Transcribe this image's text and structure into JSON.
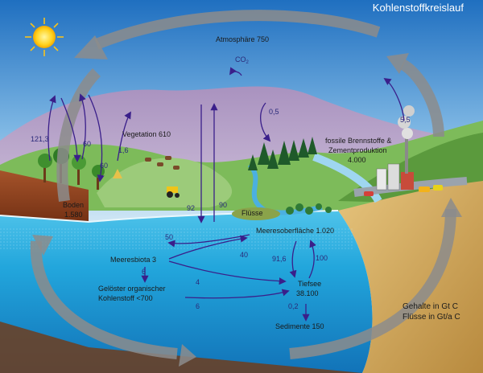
{
  "title": "Kohlenstoffkreislauf",
  "reservoirs": {
    "atmosphere": "Atmosphäre 750",
    "co2": "CO",
    "co2_sub": "2",
    "vegetation": "Vegetation 610",
    "soil_name": "Boden",
    "soil_value": "1.580",
    "fossil_line1": "fossile Brennstoffe &",
    "fossil_line2": "Zementproduktion",
    "fossil_value": "4.000",
    "rivers": "Flüsse",
    "ocean_surface": "Meeresoberfläche 1.020",
    "marine_biota": "Meeresbiota 3",
    "doc_line1": "Gelöster organischer",
    "doc_line2": "Kohlenstoff <700",
    "deep_sea_name": "Tiefsee",
    "deep_sea_value": "38.100",
    "sediments": "Sedimente 150"
  },
  "fluxes": {
    "f121_3": "121,3",
    "f60_a": "60",
    "f60_b": "60",
    "f1_6": "1,6",
    "f0_5": "0,5",
    "f5_5": "5,5",
    "f92": "92",
    "f90": "90",
    "f50": "50",
    "f40": "40",
    "f6_a": "6",
    "f4": "4",
    "f91_6": "91,6",
    "f100": "100",
    "f6_b": "6",
    "f0_2": "0,2"
  },
  "legend": {
    "line1": "Gehalte in Gt C",
    "line2": "Flüsse in Gt/a C"
  },
  "colors": {
    "sky_top": "#1f6fc0",
    "sky_bottom": "#c8e2f3",
    "ocean": "#1aa7dc",
    "deep_ocean": "#1273b8",
    "ground": "#8b3a1c",
    "sand": "#d8b36a",
    "hills": "#7dbb5a",
    "mountain": "#b7a3c7",
    "flux_arrow": "#3a1f8a",
    "cycle_arrow": "#8c8c8c"
  },
  "icons": {
    "sun": "sun-icon",
    "factory": "factory-icon",
    "tractor": "tractor-icon"
  }
}
